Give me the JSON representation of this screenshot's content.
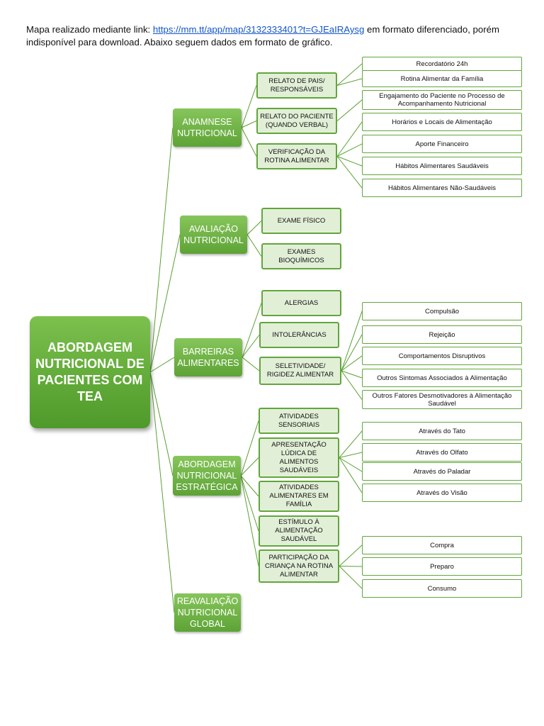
{
  "intro": {
    "before_link": "Mapa realizado mediante link: ",
    "link": "https://mm.tt/app/map/3132333401?t=GJEaIRAysg",
    "after_link": " em formato diferenciado, porém indisponível para download. Abaixo seguem dados em formato de gráfico."
  },
  "map": {
    "root": "ABORDAGEM NUTRICIONAL DE PACIENTES COM TEA",
    "branches": [
      {
        "label": "ANAMNESE NUTRICIONAL",
        "children": [
          {
            "label": "RELATO DE PAIS/ RESPONSÁVEIS",
            "children": [
              "Recordatório 24h",
              "Rotina Alimentar da Família"
            ]
          },
          {
            "label": "RELATO DO PACIENTE (QUANDO VERBAL)",
            "children": [
              "Engajamento do Paciente no Processo de Acompanhamento Nutricional"
            ]
          },
          {
            "label": "VERIFICAÇÃO DA ROTINA ALIMENTAR",
            "children": [
              "Horários e Locais de Alimentação",
              "Aporte Financeiro",
              "Hábitos Alimentares Saudáveis",
              "Hábitos Alimentares Não-Saudáveis"
            ]
          }
        ]
      },
      {
        "label": "AVALIAÇÃO NUTRICIONAL",
        "children": [
          {
            "label": "EXAME FÍSICO",
            "children": []
          },
          {
            "label": "EXAMES BIOQUÍMICOS",
            "children": []
          }
        ]
      },
      {
        "label": "BARREIRAS ALIMENTARES",
        "children": [
          {
            "label": "ALERGIAS",
            "children": []
          },
          {
            "label": "INTOLERÂNCIAS",
            "children": []
          },
          {
            "label": "SELETIVIDADE/ RIGIDEZ ALIMENTAR",
            "children": [
              "Compulsão",
              "Rejeição",
              "Comportamentos Disruptivos",
              "Outros Sintomas Associados à Alimentação",
              "Outros Fatores Desmotivadores à Alimentação Saudável"
            ]
          }
        ]
      },
      {
        "label": "ABORDAGEM NUTRICIONAL ESTRATÉGICA",
        "children": [
          {
            "label": "ATIVIDADES SENSORIAIS",
            "children": []
          },
          {
            "label": "APRESENTAÇÃO LÚDICA DE ALIMENTOS SAUDÁVEIS",
            "children": [
              "Através do Tato",
              "Através do Olfato",
              "Através do Paladar",
              "Através do Visão"
            ]
          },
          {
            "label": "ATIVIDADES ALIMENTARES EM FAMÍLIA",
            "children": []
          },
          {
            "label": "ESTÍMULO À ALIMENTAÇÃO SAUDÁVEL",
            "children": []
          },
          {
            "label": "PARTICIPAÇÃO DA CRIANÇA NA ROTINA ALIMENTAR",
            "children": [
              "Compra",
              "Preparo",
              "Consumo"
            ]
          }
        ]
      },
      {
        "label": "REAVALIAÇÃO NUTRICIONAL GLOBAL",
        "children": []
      }
    ]
  }
}
